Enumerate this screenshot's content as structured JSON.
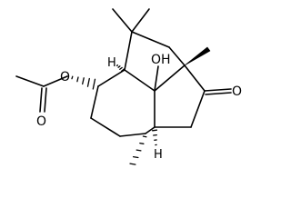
{
  "molecule": {
    "atom_labels": {
      "hydroxyl": "OH",
      "ketone_oxygen": "O",
      "ester_oxygen": "O",
      "carbonyl_oxygen": "O",
      "stereo_h_top": "H",
      "stereo_h_bottom": "H"
    }
  },
  "colors": {
    "bond": "#000000",
    "label": "#000000",
    "background": "#ffffff"
  }
}
